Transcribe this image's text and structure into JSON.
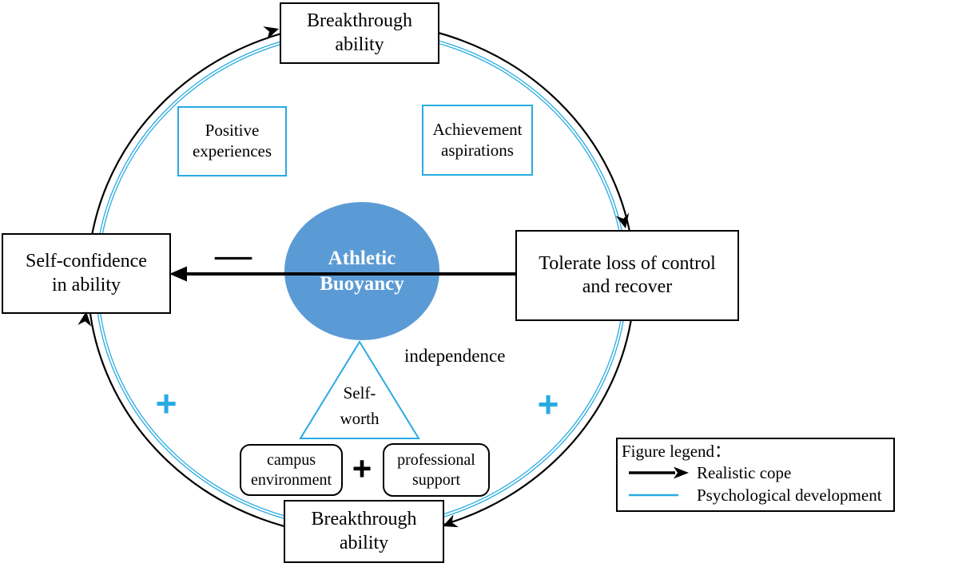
{
  "colors": {
    "accent_blue": "#29ABE2",
    "ellipse_fill": "#5B9BD5",
    "line_black": "#000000"
  },
  "diagram": {
    "nodes": {
      "top_box": {
        "lines": [
          "Breakthrough",
          "ability"
        ]
      },
      "right_box": {
        "lines": [
          "Tolerate loss of control",
          "and recover"
        ]
      },
      "bottom_box": {
        "lines": [
          "Breakthrough",
          "ability"
        ]
      },
      "left_box": {
        "lines": [
          "Self-confidence",
          "in ability"
        ]
      },
      "positive_box": {
        "lines": [
          "Positive",
          "experiences"
        ]
      },
      "achievement_box": {
        "lines": [
          "Achievement",
          "aspirations"
        ]
      },
      "center_ellipse": {
        "lines": [
          "Athletic",
          "Buoyancy"
        ]
      },
      "triangle": {
        "lines": [
          "Self-",
          "worth"
        ]
      },
      "campus_box": {
        "lines": [
          "campus",
          "environment"
        ]
      },
      "professional_box": {
        "lines": [
          "professional",
          "support"
        ]
      }
    },
    "labels": {
      "independence": "independence",
      "minus": "—",
      "plus_left": "+",
      "plus_right": "+",
      "plus_center": "+"
    },
    "legend": {
      "title": "Figure legend：",
      "items": [
        {
          "label": "Realistic cope",
          "symbol": "black-arrow"
        },
        {
          "label": "Psychological development",
          "symbol": "blue-line"
        }
      ]
    }
  }
}
